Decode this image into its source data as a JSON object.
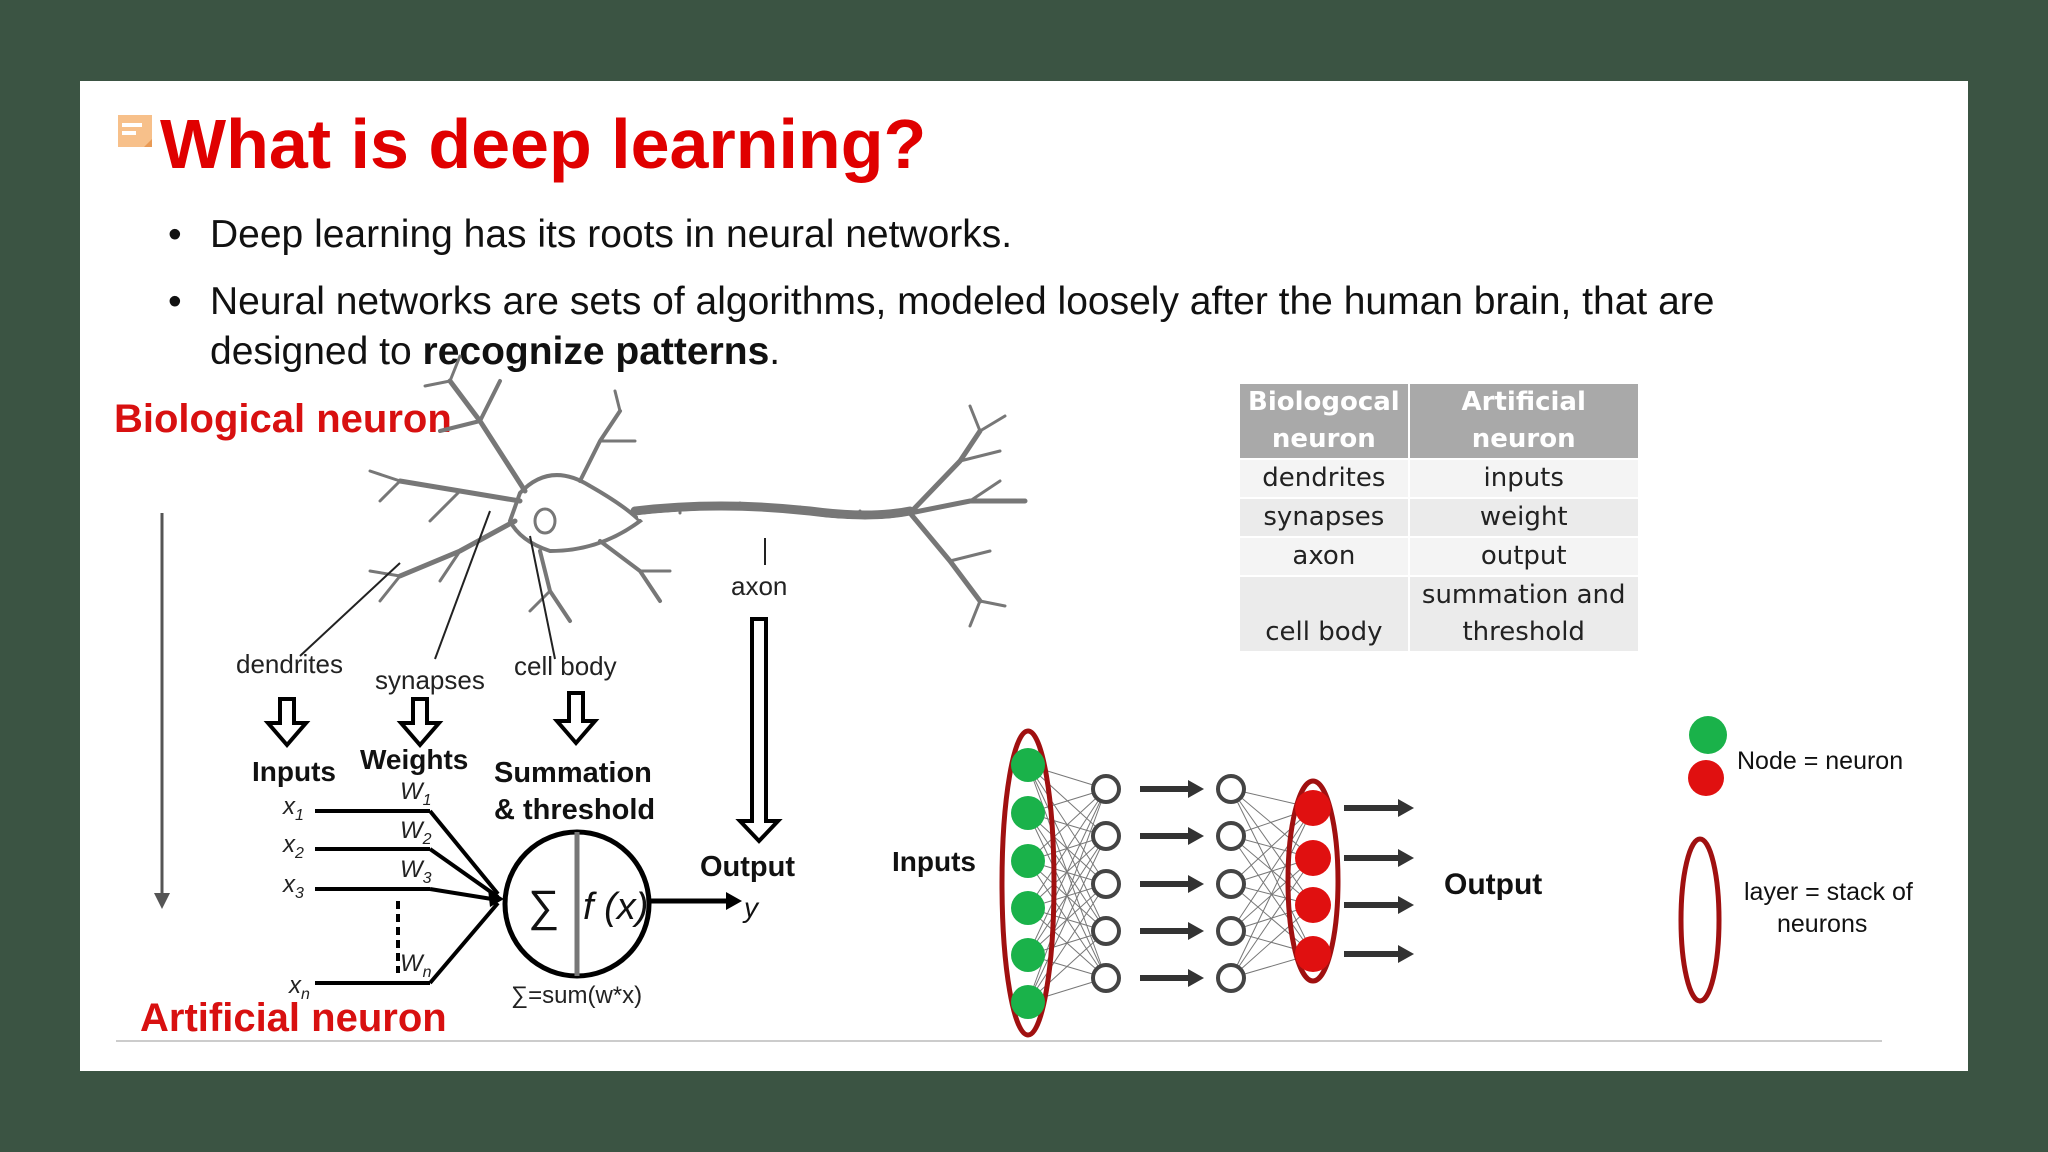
{
  "title": "What is deep learning?",
  "bullets": [
    {
      "text": "Deep learning has its roots in neural networks."
    },
    {
      "line1": "Neural networks are sets of algorithms, modeled loosely after the human brain, that are",
      "line2_pre": "designed to ",
      "line2_bold": "recognize patterns",
      "line2_post": "."
    }
  ],
  "bio_label": "Biological neuron",
  "art_label": "Artificial neuron",
  "neuron_labels": {
    "dendrites": "dendrites",
    "synapses": "synapses",
    "cell_body": "cell body",
    "axon": "axon"
  },
  "art_model": {
    "inputs": "Inputs",
    "weights": "Weights",
    "summation": "Summation",
    "threshold": "& threshold",
    "output": "Output",
    "y": "y",
    "x": [
      "x",
      "x",
      "x",
      "x"
    ],
    "x_sub": [
      "1",
      "2",
      "3",
      "n"
    ],
    "w": [
      "W",
      "W",
      "W",
      "W"
    ],
    "w_sub": [
      "1",
      "2",
      "3",
      "n"
    ],
    "sigma": "∑",
    "fx": "f (x)",
    "formula": "∑=sum(w*x)"
  },
  "table": {
    "header": [
      "Biologocal neuron",
      "Artificial neuron"
    ],
    "rows": [
      [
        "dendrites",
        "inputs"
      ],
      [
        "synapses",
        "weight"
      ],
      [
        "axon",
        "output"
      ],
      [
        "cell body",
        "summation and threshold"
      ]
    ]
  },
  "network": {
    "inputs": "Inputs",
    "output": "Output"
  },
  "legend": {
    "node": "Node = neuron",
    "layer_line1": "layer = stack of",
    "layer_line2": "neurons"
  },
  "colors": {
    "title": "#e00000",
    "green": "#1ab24a",
    "red": "#e01010",
    "layer_outline": "#a01010",
    "background": "#3b5443"
  }
}
